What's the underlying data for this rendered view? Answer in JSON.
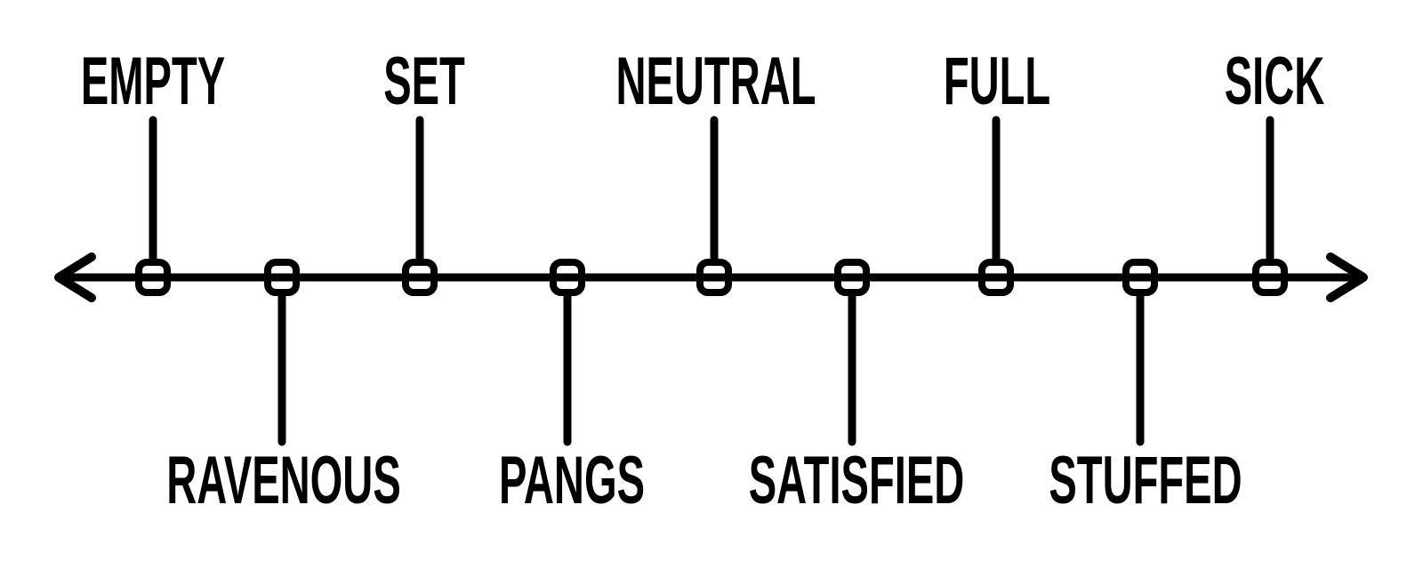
{
  "diagram": {
    "kind": "hunger-scale-number-line",
    "colors": {
      "background": "#ffffff",
      "line": "#000000",
      "node_fill": "#ffffff"
    },
    "points": [
      {
        "label": "EMPTY",
        "side": "above"
      },
      {
        "label": "RAVENOUS",
        "side": "below"
      },
      {
        "label": "SET",
        "side": "above"
      },
      {
        "label": "PANGS",
        "side": "below"
      },
      {
        "label": "NEUTRAL",
        "side": "above"
      },
      {
        "label": "SATISFIED",
        "side": "below"
      },
      {
        "label": "FULL",
        "side": "above"
      },
      {
        "label": "STUFFED",
        "side": "below"
      },
      {
        "label": "SICK",
        "side": "above"
      }
    ]
  }
}
